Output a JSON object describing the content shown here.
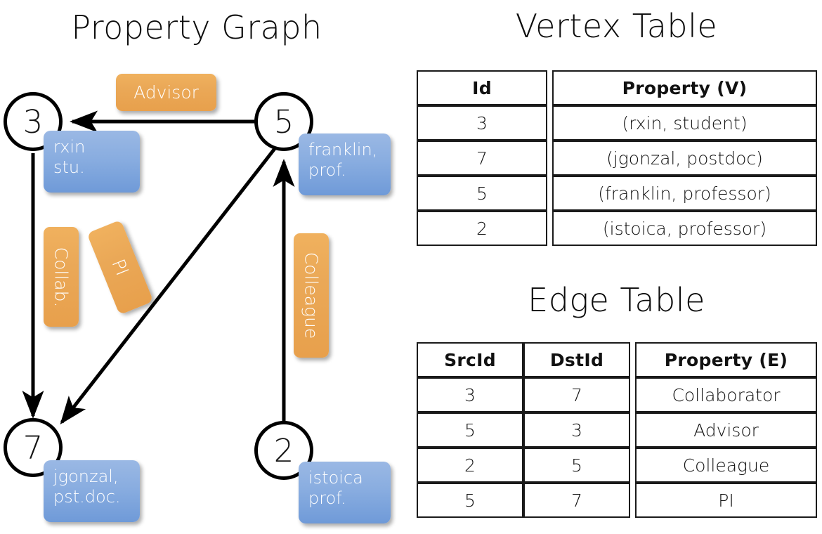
{
  "graph": {
    "title": "Property Graph",
    "nodes": [
      {
        "id": "3",
        "property": "rxin\nstu."
      },
      {
        "id": "5",
        "property": "franklin,\nprof."
      },
      {
        "id": "7",
        "property": "jgonzal,\npst.doc."
      },
      {
        "id": "2",
        "property": "istoica\nprof."
      }
    ],
    "node_labels": {
      "n3": "3",
      "n5": "5",
      "n7": "7",
      "n2": "2"
    },
    "node_props": {
      "rxin_line1": "rxin",
      "rxin_line2": "stu.",
      "franklin_line1": "franklin,",
      "franklin_line2": "prof.",
      "jgonzal_line1": "jgonzal,",
      "jgonzal_line2": "pst.doc.",
      "istoica_line1": "istoica",
      "istoica_line2": "prof."
    },
    "edge_labels": {
      "advisor": "Advisor",
      "collab": "Collab.",
      "pi": "PI",
      "colleague": "Colleague"
    },
    "colors": {
      "node_fill": "#ffffff",
      "node_stroke": "#000000",
      "vertex_prop_fill": "#89ade0",
      "edge_prop_fill": "#eaa857",
      "arrow": "#000000"
    }
  },
  "vertex_table": {
    "title": "Vertex Table",
    "headers": [
      "Id",
      "Property (V)"
    ],
    "rows": [
      [
        "3",
        "(rxin, student)"
      ],
      [
        "7",
        "(jgonzal, postdoc)"
      ],
      [
        "5",
        "(franklin, professor)"
      ],
      [
        "2",
        "(istoica, professor)"
      ]
    ],
    "property_column_color": "#cfdcef"
  },
  "edge_table": {
    "title": "Edge Table",
    "headers": [
      "SrcId",
      "DstId",
      "Property (E)"
    ],
    "rows": [
      [
        "3",
        "7",
        "Collaborator"
      ],
      [
        "5",
        "3",
        "Advisor"
      ],
      [
        "2",
        "5",
        "Colleague"
      ],
      [
        "5",
        "7",
        "PI"
      ]
    ],
    "property_column_color": "#f6dcc0"
  }
}
